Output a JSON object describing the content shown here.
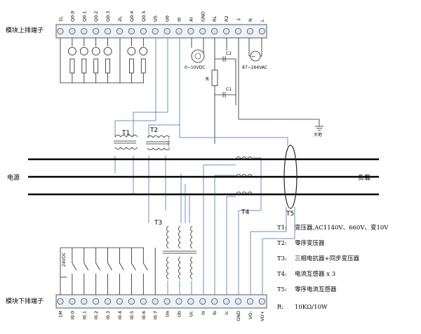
{
  "top_block": {
    "label": "模块上排端子",
    "terminals": [
      "1L",
      "Q0.0",
      "Q0.1",
      "Q0.2",
      "Q0.3",
      "2L",
      "Q0.4",
      "Q0.5",
      "US",
      "U0",
      "I0",
      "AI",
      "GND",
      "RL",
      "R2",
      "⏚",
      "N",
      "L"
    ]
  },
  "bottom_block": {
    "label": "模块下排端子",
    "terminals": [
      "1M",
      "I0.0",
      "I0.1",
      "I0.2",
      "I0.3",
      "I0.4",
      "I0.5",
      "I0.6",
      "I0.7",
      "Ua",
      "Ub",
      "Uc",
      "Ia",
      "Ib",
      "Ic",
      "GND",
      "VO-",
      "VO+"
    ]
  },
  "meter_label": "0~10VDC",
  "supply_label": "87~264VAC",
  "supply_24_label": "24VDC",
  "capacitor_labels": [
    "C2",
    "C1"
  ],
  "resistor_label": "R",
  "earth_label": "大地",
  "transformer_labels": {
    "t1": "T1",
    "t2": "T2",
    "t3": "T3",
    "t4": "T4",
    "t5": "T5"
  },
  "line_labels": {
    "source": "电源",
    "load": "负载"
  },
  "legend": [
    {
      "key": "T1:",
      "text": "变压器,AC1140V、660V、变10V"
    },
    {
      "key": "T2:",
      "text": "零序变压器"
    },
    {
      "key": "T3:",
      "text": "三相电抗器+同步变压器"
    },
    {
      "key": "T4:",
      "text": "电流互感器 x 3"
    },
    {
      "key": "T5:",
      "text": "零序电流互感器"
    },
    {
      "key": "R:",
      "text": "10KΩ/10W"
    }
  ],
  "colors": {
    "wire": "#111111",
    "blue_wire": "#6b8fc4",
    "terminal": "#dde6f2"
  }
}
